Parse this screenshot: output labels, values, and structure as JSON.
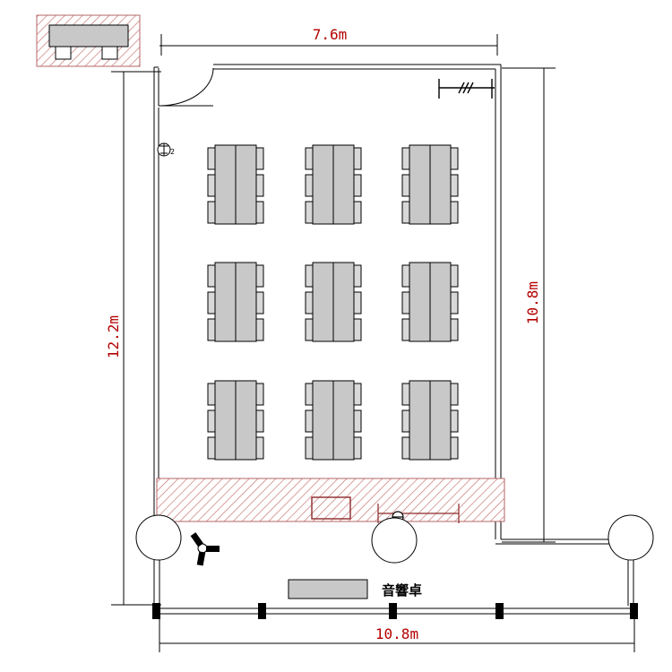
{
  "dimensions": {
    "top_width": "7.6m",
    "left_height": "12.2m",
    "right_height": "10.8m",
    "bottom_width": "10.8m"
  },
  "labels": {
    "audio_desk": "音響卓"
  },
  "layout": {
    "table_group_rows": 3,
    "table_group_cols": 3,
    "chairs_per_side": 3
  },
  "colors": {
    "dimension_text": "#b40000",
    "hatch": "#c87878",
    "table_fill": "#c8c8c8",
    "line": "#000000"
  }
}
